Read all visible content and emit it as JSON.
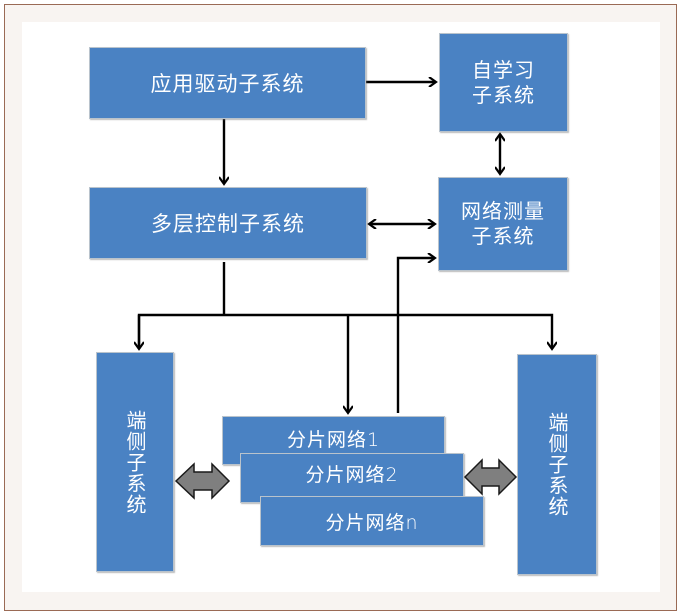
{
  "diagram": {
    "nodes": {
      "app_driver": "应用驱动子系统",
      "self_learning_line1": "自学习",
      "self_learning_line2": "子系统",
      "multi_layer_control": "多层控制子系统",
      "network_measure_line1": "网络测量",
      "network_measure_line2": "子系统",
      "endpoint_left": "端侧子系统",
      "endpoint_right": "端侧子系统",
      "shard_1": "分片网络1",
      "shard_2": "分片网络2",
      "shard_n": "分片网络n"
    },
    "edges": [
      {
        "from": "应用驱动子系统",
        "to": "自学习子系统",
        "type": "directed"
      },
      {
        "from": "应用驱动子系统",
        "to": "多层控制子系统",
        "type": "directed"
      },
      {
        "from": "自学习子系统",
        "to": "网络测量子系统",
        "type": "bidirectional"
      },
      {
        "from": "多层控制子系统",
        "to": "网络测量子系统",
        "type": "bidirectional"
      },
      {
        "from": "多层控制子系统",
        "to": "端侧子系统(左)",
        "type": "directed"
      },
      {
        "from": "多层控制子系统",
        "to": "端侧子系统(右)",
        "type": "directed"
      },
      {
        "from": "多层控制子系统",
        "to": "分片网络",
        "type": "directed"
      },
      {
        "from": "分片网络",
        "to": "网络测量子系统",
        "type": "directed"
      },
      {
        "from": "端侧子系统(左)",
        "to": "分片网络",
        "type": "bidirectional-block"
      },
      {
        "from": "分片网络",
        "to": "端侧子系统(右)",
        "type": "bidirectional-block"
      }
    ],
    "colors": {
      "node_fill": "#4a82c3",
      "node_text": "#ffffff",
      "arrow": "#000000",
      "block_arrow_fill": "#7f7f7f",
      "frame_border": "#9a6a55",
      "frame_bg": "#f8f4f1"
    }
  }
}
